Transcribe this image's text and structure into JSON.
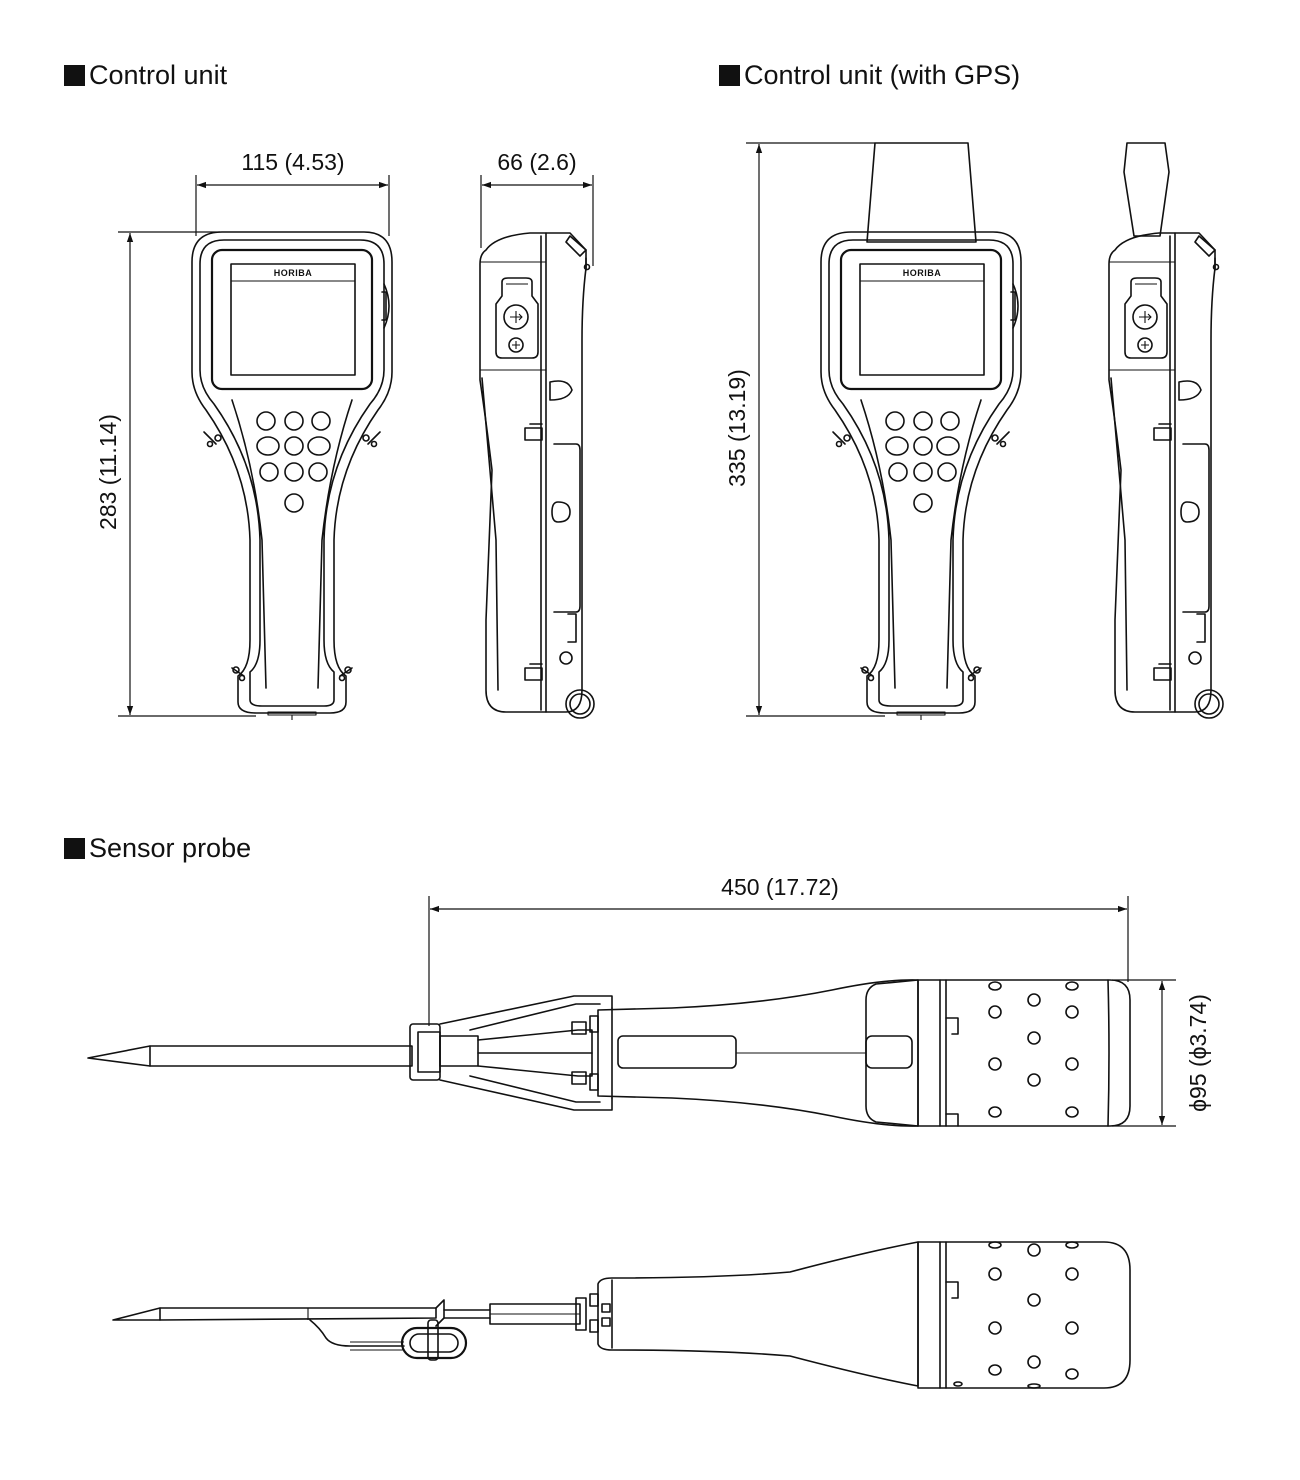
{
  "sections": {
    "control_unit": {
      "title": "Control unit"
    },
    "control_unit_gps": {
      "title": "Control unit (with GPS)"
    },
    "sensor_probe": {
      "title": "Sensor probe"
    }
  },
  "brand_mark": "HORIBA",
  "dimensions": {
    "cu_width": "115 (4.53)",
    "cu_depth": "66 (2.6)",
    "cu_height": "283 (11.14)",
    "gps_height": "335 (13.19)",
    "probe_length": "450 (17.72)",
    "probe_diameter": "ϕ95 (ϕ3.74)"
  }
}
